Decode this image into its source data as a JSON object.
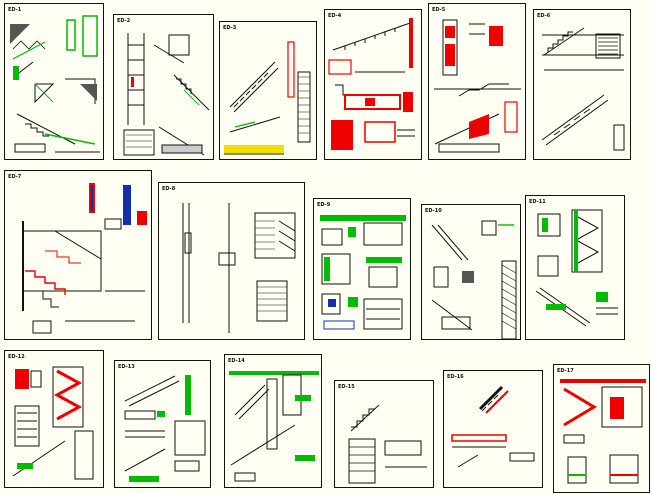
{
  "drawing_set": {
    "sheets": [
      {
        "code": "ED-1",
        "title": ""
      },
      {
        "code": "ED-2",
        "title": ""
      },
      {
        "code": "ED-3",
        "title": ""
      },
      {
        "code": "ED-4",
        "title": ""
      },
      {
        "code": "ED-5",
        "title": ""
      },
      {
        "code": "ED-6",
        "title": ""
      },
      {
        "code": "ED-7",
        "title": ""
      },
      {
        "code": "ED-8",
        "title": ""
      },
      {
        "code": "ED-9",
        "title": ""
      },
      {
        "code": "ED-10",
        "title": ""
      },
      {
        "code": "ED-11",
        "title": ""
      },
      {
        "code": "ED-12",
        "title": ""
      },
      {
        "code": "ED-13",
        "title": ""
      },
      {
        "code": "ED-14",
        "title": ""
      },
      {
        "code": "ED-15",
        "title": ""
      },
      {
        "code": "ED-16",
        "title": ""
      },
      {
        "code": "ED-17",
        "title": ""
      }
    ]
  },
  "colors": {
    "background": "#fffff4",
    "line": "#111111",
    "accent_red": "#ee0000",
    "accent_green": "#00bb00",
    "accent_blue": "#1030b0",
    "accent_yellow": "#f0e000"
  }
}
